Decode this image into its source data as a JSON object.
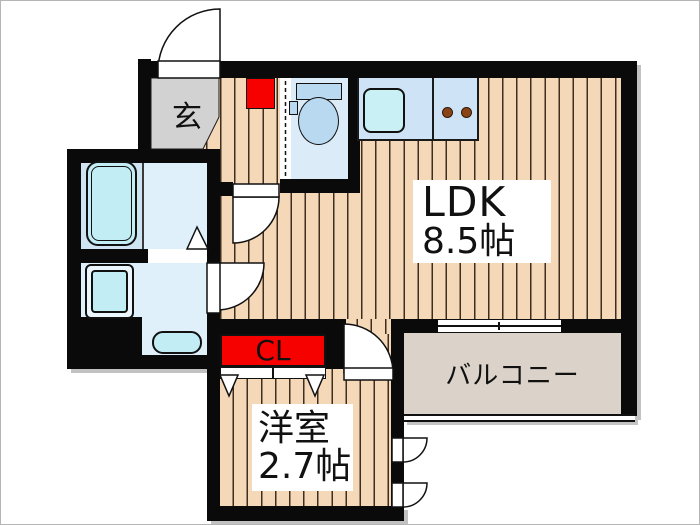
{
  "plan": {
    "entrance_label": "玄",
    "closet_label": "CL",
    "ldk_label": "LDK",
    "ldk_size": "8.5帖",
    "western_room_label": "洋室",
    "western_room_size": "2.7帖",
    "balcony_label": "バルコニー"
  },
  "colors": {
    "wall": "#0a0a0a",
    "wood_floor": "#f5d8b8",
    "wood_stripe": "#3d2e20",
    "entrance_gray": "#d2d2d2",
    "balcony_gray": "#dbd3c9",
    "closet_red": "#f70000",
    "bath_blue": "#cfe4f3",
    "washroom_blue": "#e0f0fb",
    "toilet_blue": "#dcebf8",
    "fixture_cyan": "#c3edf5",
    "fixture_blue": "#b9d9f0",
    "kitchen_blue": "#cfe3f7",
    "sink_cyan": "#c9f1f5",
    "burner_brown": "#8a4516"
  },
  "fixtures": [
    "entrance-door",
    "shoe-cabinet",
    "toilet",
    "toilet-folding-door",
    "kitchen-counter",
    "kitchen-sink",
    "stove-burners",
    "bathtub",
    "bathroom-door",
    "washing-machine-pan",
    "wash-basin",
    "hallway-door",
    "washroom-door",
    "western-room-door",
    "closet-sliding-doors",
    "balcony-sliding-window",
    "casement-windows",
    "balcony-railing"
  ]
}
